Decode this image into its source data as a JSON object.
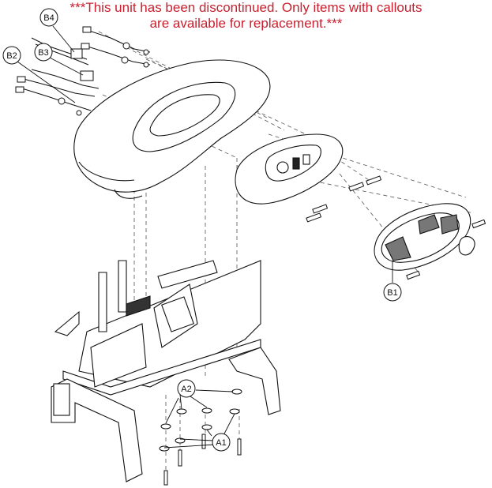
{
  "notice": {
    "line1": "***This unit has been discontinued. Only items with callouts",
    "line2": "are available for replacement.***",
    "color": "#c8202f"
  },
  "callouts": {
    "b4": "B4",
    "b3": "B3",
    "b2": "B2",
    "b1": "B1",
    "a2": "A2",
    "a1": "A1"
  }
}
